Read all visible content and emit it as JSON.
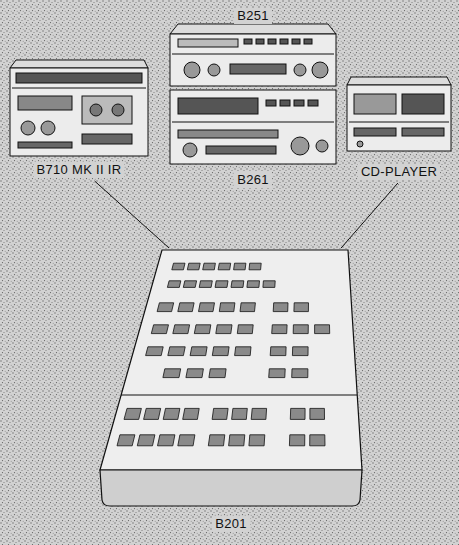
{
  "diagram": {
    "nodes": [
      {
        "text": [
          "B251"
        ]
      },
      {
        "text": [
          "B710 MK II IR"
        ]
      },
      {
        "text": [
          "B261"
        ]
      },
      {
        "text": [
          "CD-PLAYER"
        ]
      },
      {
        "text": [
          "B201"
        ]
      }
    ],
    "edges": [
      {
        "from": 1,
        "to": 4,
        "arrow": "none"
      },
      {
        "from": 3,
        "to": 4,
        "arrow": "none"
      }
    ]
  }
}
